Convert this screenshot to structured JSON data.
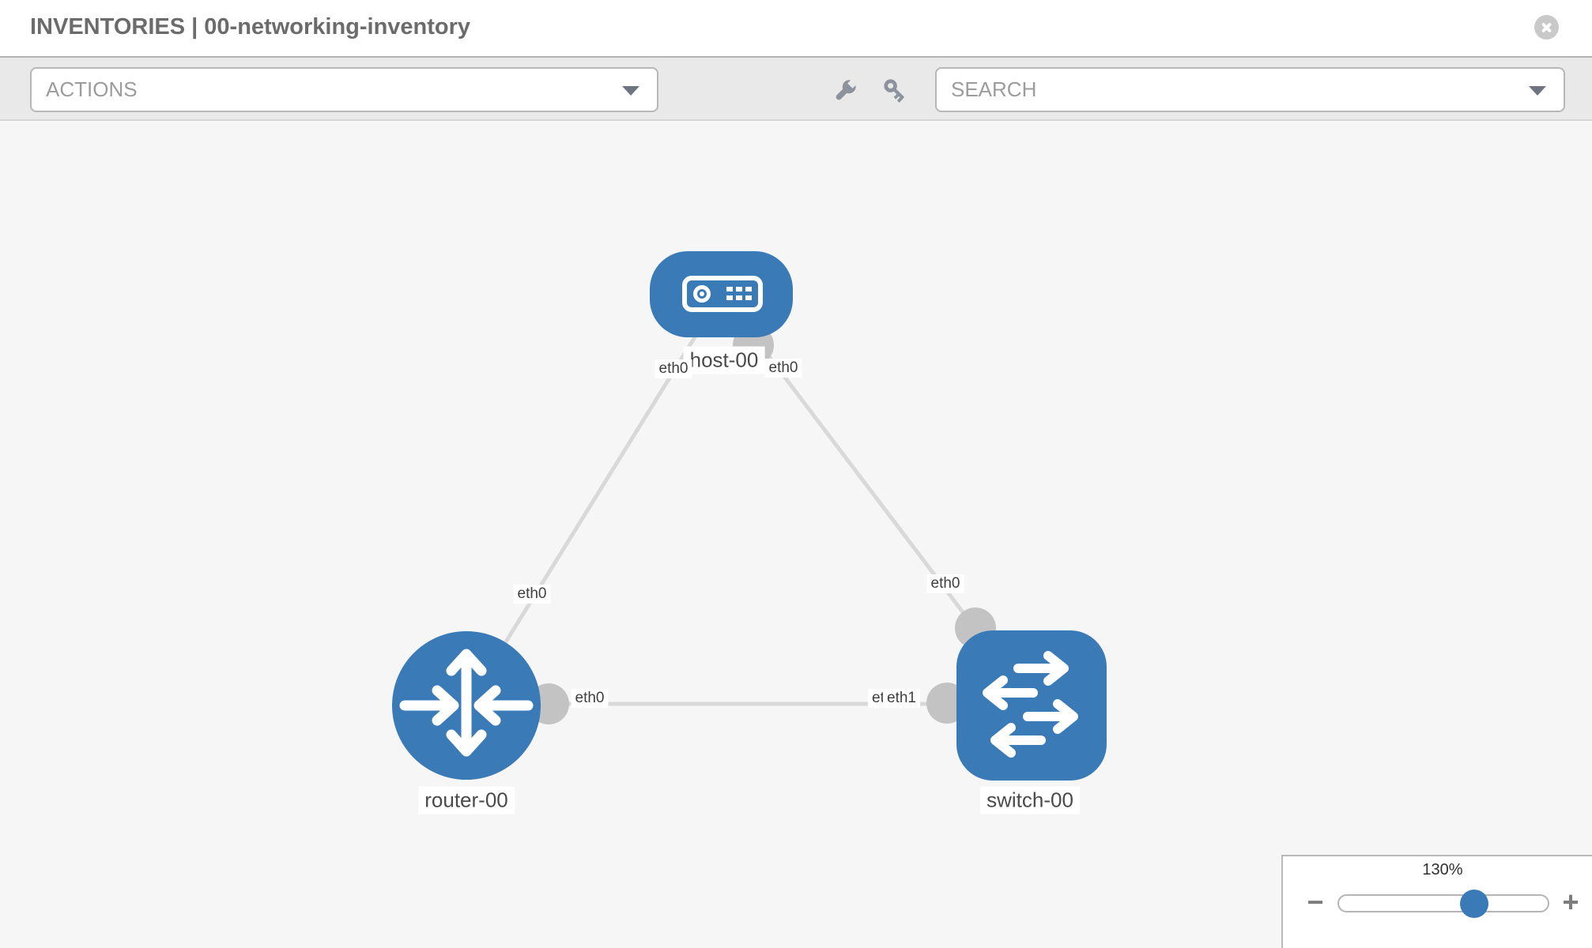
{
  "window": {
    "title": "INVENTORIES | 00-networking-inventory"
  },
  "toolbar": {
    "actions_label": "ACTIONS",
    "search_label": "SEARCH",
    "icons": [
      "wrench-icon",
      "key-icon"
    ]
  },
  "topology": {
    "nodes": [
      {
        "label": "host-00",
        "type": "host"
      },
      {
        "label": "router-00",
        "type": "router"
      },
      {
        "label": "switch-00",
        "type": "switch"
      }
    ],
    "links": [
      {
        "from": "host-00",
        "to": "router-00"
      },
      {
        "from": "host-00",
        "to": "switch-00"
      },
      {
        "from": "router-00",
        "to": "switch-00"
      }
    ],
    "interface_labels": {
      "host_router_host_end": "eth0",
      "host_router_router_end": "eth0",
      "host_switch_host_end": "eth0",
      "host_switch_switch_end": "eth0",
      "router_switch_router_end": "eth0",
      "router_switch_switch_end_back": "eth0",
      "router_switch_switch_end_front": "eth1"
    }
  },
  "zoom_control": {
    "level": "130%",
    "minus_label": "−",
    "plus_label": "+"
  },
  "colors": {
    "node_blue": "#3a7ab7",
    "link_gray": "#d9d9d9",
    "connector_gray": "#c3c3c3",
    "canvas_bg": "#f6f6f6",
    "toolbar_bg": "#e9e9e9",
    "title_gray": "#6b6b6b"
  }
}
